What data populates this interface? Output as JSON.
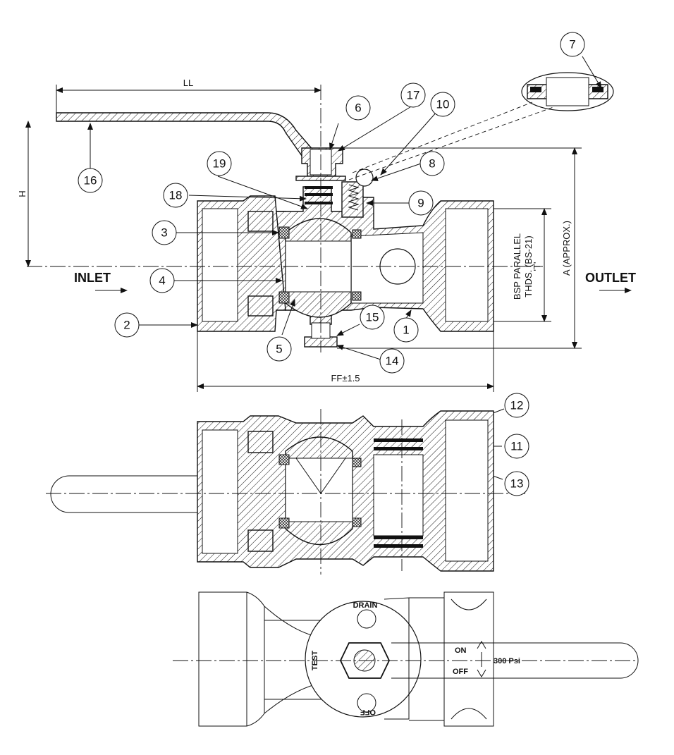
{
  "labels": {
    "inlet": "INLET",
    "outlet": "OUTLET",
    "dim_ll": "LL",
    "dim_h": "H",
    "dim_ff": "FF±1.5",
    "dim_a": "A (APPROX.)",
    "dim_t": "'T'",
    "thread_line1": "BSP PARALLEL",
    "thread_line2": "THDS. (BS-21)",
    "drain": "DRAIN",
    "test": "TEST",
    "off_flipped": "OFF",
    "on": "ON",
    "off": "OFF",
    "pressure": "300 Psi"
  },
  "callouts": [
    "1",
    "2",
    "3",
    "4",
    "5",
    "6",
    "7",
    "8",
    "9",
    "10",
    "11",
    "12",
    "13",
    "14",
    "15",
    "16",
    "17",
    "18",
    "19"
  ]
}
